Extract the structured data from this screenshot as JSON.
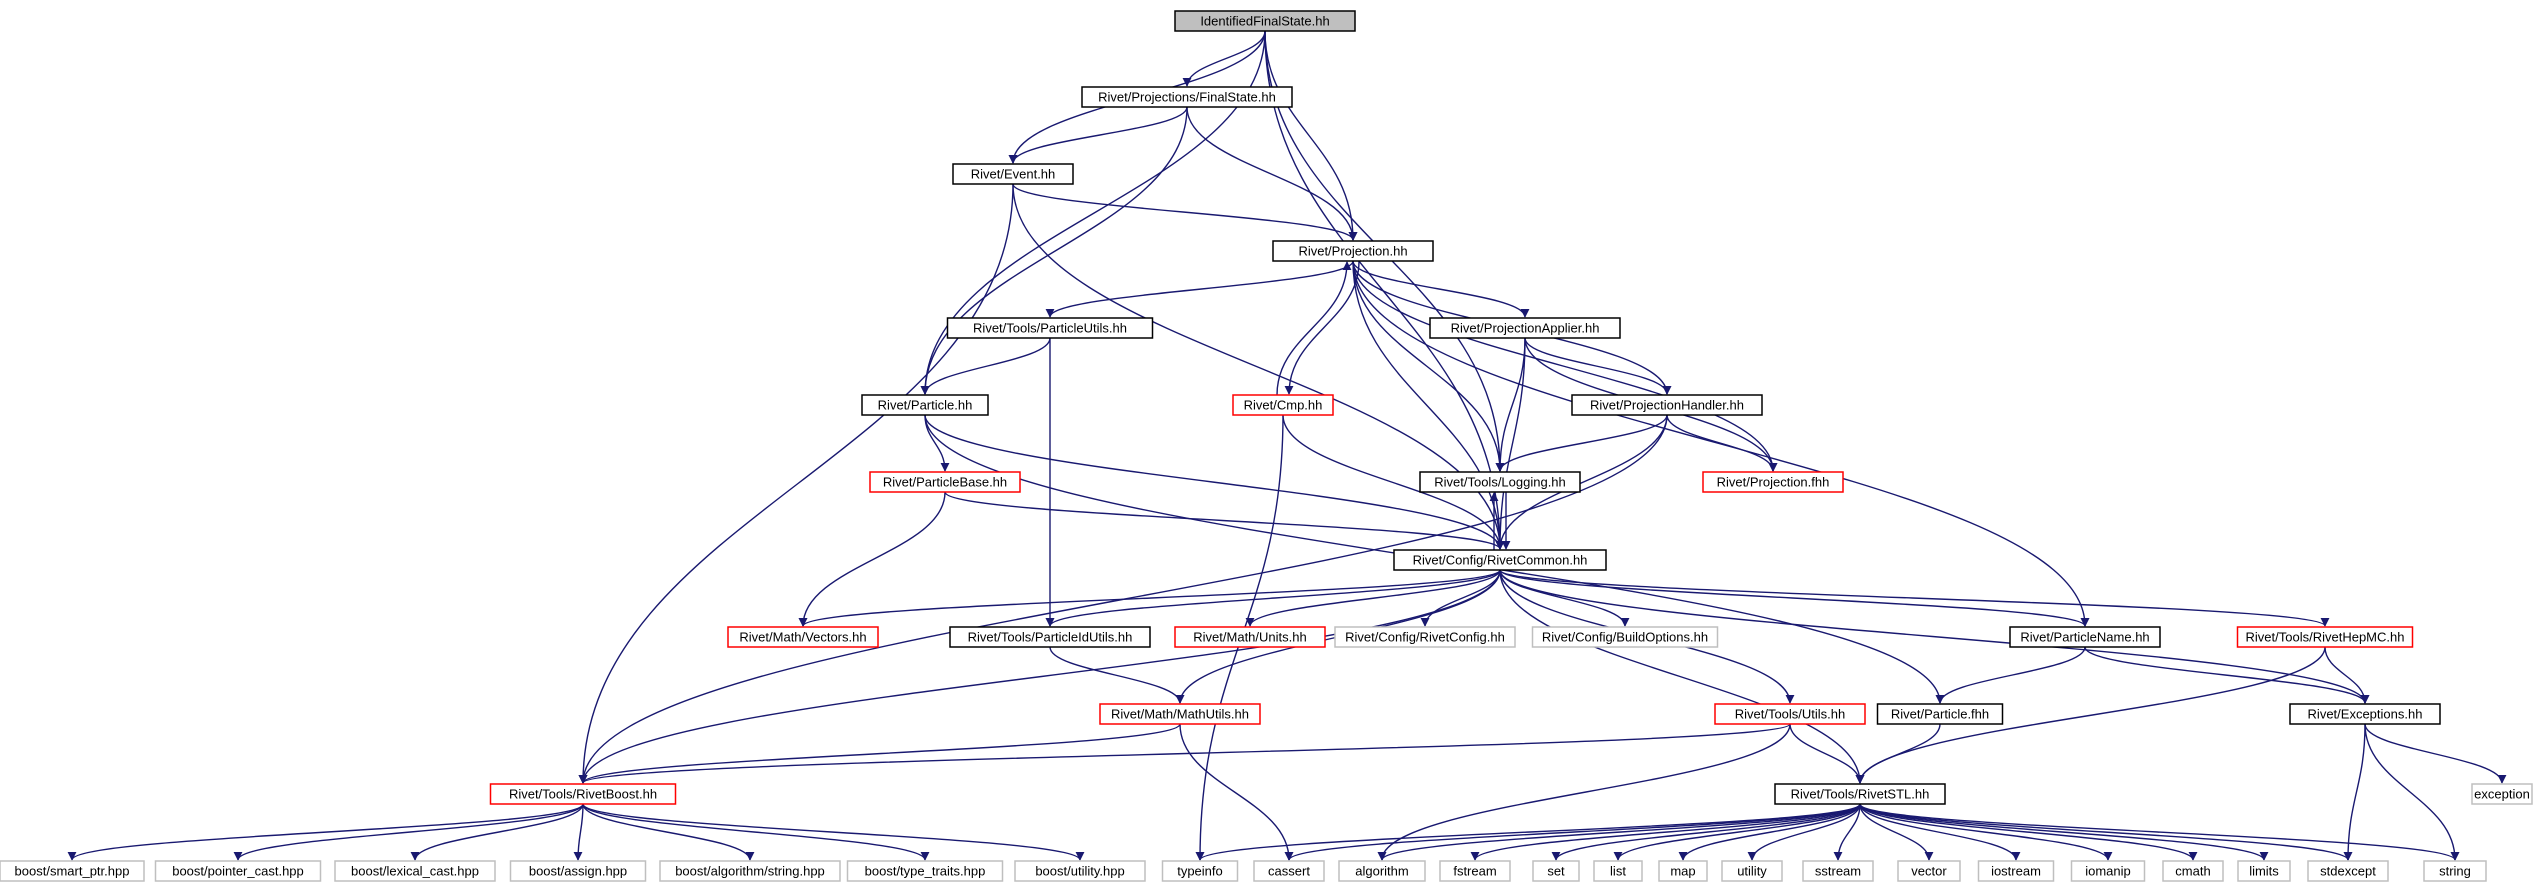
{
  "colors": {
    "edge": "#191970",
    "root_fill": "#bfbfbf",
    "root_border": "#000000",
    "normal_border": "#000000",
    "truncated_border": "#ff0000",
    "external_border": "#bfbfbf",
    "background": "#ffffff"
  },
  "nodes": [
    {
      "id": "ifs",
      "label": "IdentifiedFinalState.hh",
      "style": "root"
    },
    {
      "id": "fs",
      "label": "Rivet/Projections/FinalState.hh",
      "style": "normal"
    },
    {
      "id": "event",
      "label": "Rivet/Event.hh",
      "style": "normal"
    },
    {
      "id": "proj",
      "label": "Rivet/Projection.hh",
      "style": "normal"
    },
    {
      "id": "pu",
      "label": "Rivet/Tools/ParticleUtils.hh",
      "style": "normal"
    },
    {
      "id": "papp",
      "label": "Rivet/ProjectionApplier.hh",
      "style": "normal"
    },
    {
      "id": "particle",
      "label": "Rivet/Particle.hh",
      "style": "normal"
    },
    {
      "id": "cmp",
      "label": "Rivet/Cmp.hh",
      "style": "truncated"
    },
    {
      "id": "ph",
      "label": "Rivet/ProjectionHandler.hh",
      "style": "normal"
    },
    {
      "id": "pbase",
      "label": "Rivet/ParticleBase.hh",
      "style": "truncated"
    },
    {
      "id": "logging",
      "label": "Rivet/Tools/Logging.hh",
      "style": "normal"
    },
    {
      "id": "projfhh",
      "label": "Rivet/Projection.fhh",
      "style": "truncated"
    },
    {
      "id": "common",
      "label": "Rivet/Config/RivetCommon.hh",
      "style": "normal"
    },
    {
      "id": "vectors",
      "label": "Rivet/Math/Vectors.hh",
      "style": "truncated"
    },
    {
      "id": "pidu",
      "label": "Rivet/Tools/ParticleIdUtils.hh",
      "style": "normal"
    },
    {
      "id": "units",
      "label": "Rivet/Math/Units.hh",
      "style": "truncated"
    },
    {
      "id": "rcfg",
      "label": "Rivet/Config/RivetConfig.hh",
      "style": "external"
    },
    {
      "id": "bopts",
      "label": "Rivet/Config/BuildOptions.hh",
      "style": "external"
    },
    {
      "id": "pname",
      "label": "Rivet/ParticleName.hh",
      "style": "normal"
    },
    {
      "id": "hepmc",
      "label": "Rivet/Tools/RivetHepMC.hh",
      "style": "truncated"
    },
    {
      "id": "mathutils",
      "label": "Rivet/Math/MathUtils.hh",
      "style": "truncated"
    },
    {
      "id": "utils",
      "label": "Rivet/Tools/Utils.hh",
      "style": "truncated"
    },
    {
      "id": "pfhh",
      "label": "Rivet/Particle.fhh",
      "style": "normal"
    },
    {
      "id": "exc",
      "label": "Rivet/Exceptions.hh",
      "style": "normal"
    },
    {
      "id": "exception",
      "label": "exception",
      "style": "external"
    },
    {
      "id": "rboost",
      "label": "Rivet/Tools/RivetBoost.hh",
      "style": "truncated"
    },
    {
      "id": "rstl",
      "label": "Rivet/Tools/RivetSTL.hh",
      "style": "normal"
    },
    {
      "id": "sptr",
      "label": "boost/smart_ptr.hpp",
      "style": "external"
    },
    {
      "id": "pcast",
      "label": "boost/pointer_cast.hpp",
      "style": "external"
    },
    {
      "id": "lcast",
      "label": "boost/lexical_cast.hpp",
      "style": "external"
    },
    {
      "id": "bassign",
      "label": "boost/assign.hpp",
      "style": "external"
    },
    {
      "id": "bstr",
      "label": "boost/algorithm/string.hpp",
      "style": "external"
    },
    {
      "id": "btt",
      "label": "boost/type_traits.hpp",
      "style": "external"
    },
    {
      "id": "butil",
      "label": "boost/utility.hpp",
      "style": "external"
    },
    {
      "id": "typeinfo",
      "label": "typeinfo",
      "style": "external"
    },
    {
      "id": "cassert",
      "label": "cassert",
      "style": "external"
    },
    {
      "id": "algorithm",
      "label": "algorithm",
      "style": "external"
    },
    {
      "id": "fstream",
      "label": "fstream",
      "style": "external"
    },
    {
      "id": "set",
      "label": "set",
      "style": "external"
    },
    {
      "id": "list",
      "label": "list",
      "style": "external"
    },
    {
      "id": "map",
      "label": "map",
      "style": "external"
    },
    {
      "id": "utility",
      "label": "utility",
      "style": "external"
    },
    {
      "id": "sstream",
      "label": "sstream",
      "style": "external"
    },
    {
      "id": "vector",
      "label": "vector",
      "style": "external"
    },
    {
      "id": "iostream",
      "label": "iostream",
      "style": "external"
    },
    {
      "id": "iomanip",
      "label": "iomanip",
      "style": "external"
    },
    {
      "id": "cmath",
      "label": "cmath",
      "style": "external"
    },
    {
      "id": "limits",
      "label": "limits",
      "style": "external"
    },
    {
      "id": "stdexcept",
      "label": "stdexcept",
      "style": "external"
    },
    {
      "id": "string",
      "label": "string",
      "style": "external"
    }
  ],
  "edges": [
    [
      "ifs",
      "fs"
    ],
    [
      "ifs",
      "event"
    ],
    [
      "ifs",
      "proj"
    ],
    [
      "ifs",
      "particle"
    ],
    [
      "ifs",
      "logging"
    ],
    [
      "ifs",
      "common"
    ],
    [
      "fs",
      "event"
    ],
    [
      "fs",
      "proj"
    ],
    [
      "fs",
      "particle"
    ],
    [
      "event",
      "proj"
    ],
    [
      "event",
      "common"
    ],
    [
      "event",
      "rboost"
    ],
    [
      "proj",
      "pu"
    ],
    [
      "proj",
      "papp"
    ],
    [
      "proj",
      "cmp"
    ],
    [
      "proj",
      "ph"
    ],
    [
      "proj",
      "logging"
    ],
    [
      "proj",
      "projfhh"
    ],
    [
      "proj",
      "common"
    ],
    [
      "proj",
      "pname"
    ],
    [
      "pu",
      "particle"
    ],
    [
      "pu",
      "pidu"
    ],
    [
      "papp",
      "ph"
    ],
    [
      "papp",
      "logging"
    ],
    [
      "papp",
      "projfhh"
    ],
    [
      "papp",
      "common"
    ],
    [
      "particle",
      "pbase"
    ],
    [
      "particle",
      "common"
    ],
    [
      "particle",
      "pfhh"
    ],
    [
      "cmp",
      "proj"
    ],
    [
      "cmp",
      "common"
    ],
    [
      "cmp",
      "typeinfo"
    ],
    [
      "ph",
      "logging"
    ],
    [
      "ph",
      "projfhh"
    ],
    [
      "ph",
      "common"
    ],
    [
      "ph",
      "rboost"
    ],
    [
      "pbase",
      "common"
    ],
    [
      "pbase",
      "vectors"
    ],
    [
      "logging",
      "common"
    ],
    [
      "common",
      "logging"
    ],
    [
      "common",
      "vectors"
    ],
    [
      "common",
      "pidu"
    ],
    [
      "common",
      "units"
    ],
    [
      "common",
      "rcfg"
    ],
    [
      "common",
      "bopts"
    ],
    [
      "common",
      "pname"
    ],
    [
      "common",
      "hepmc"
    ],
    [
      "common",
      "mathutils"
    ],
    [
      "common",
      "utils"
    ],
    [
      "common",
      "exc"
    ],
    [
      "common",
      "rboost"
    ],
    [
      "common",
      "rstl"
    ],
    [
      "pidu",
      "mathutils"
    ],
    [
      "mathutils",
      "rboost"
    ],
    [
      "mathutils",
      "cassert"
    ],
    [
      "utils",
      "rboost"
    ],
    [
      "utils",
      "rstl"
    ],
    [
      "utils",
      "algorithm"
    ],
    [
      "pname",
      "pfhh"
    ],
    [
      "pname",
      "exc"
    ],
    [
      "hepmc",
      "exc"
    ],
    [
      "hepmc",
      "rstl"
    ],
    [
      "pfhh",
      "rstl"
    ],
    [
      "exc",
      "exception"
    ],
    [
      "exc",
      "stdexcept"
    ],
    [
      "exc",
      "string"
    ],
    [
      "rboost",
      "sptr"
    ],
    [
      "rboost",
      "pcast"
    ],
    [
      "rboost",
      "lcast"
    ],
    [
      "rboost",
      "bassign"
    ],
    [
      "rboost",
      "bstr"
    ],
    [
      "rboost",
      "btt"
    ],
    [
      "rboost",
      "butil"
    ],
    [
      "rstl",
      "typeinfo"
    ],
    [
      "rstl",
      "cassert"
    ],
    [
      "rstl",
      "algorithm"
    ],
    [
      "rstl",
      "fstream"
    ],
    [
      "rstl",
      "set"
    ],
    [
      "rstl",
      "list"
    ],
    [
      "rstl",
      "map"
    ],
    [
      "rstl",
      "utility"
    ],
    [
      "rstl",
      "sstream"
    ],
    [
      "rstl",
      "vector"
    ],
    [
      "rstl",
      "iostream"
    ],
    [
      "rstl",
      "iomanip"
    ],
    [
      "rstl",
      "cmath"
    ],
    [
      "rstl",
      "limits"
    ],
    [
      "rstl",
      "stdexcept"
    ],
    [
      "rstl",
      "string"
    ]
  ]
}
